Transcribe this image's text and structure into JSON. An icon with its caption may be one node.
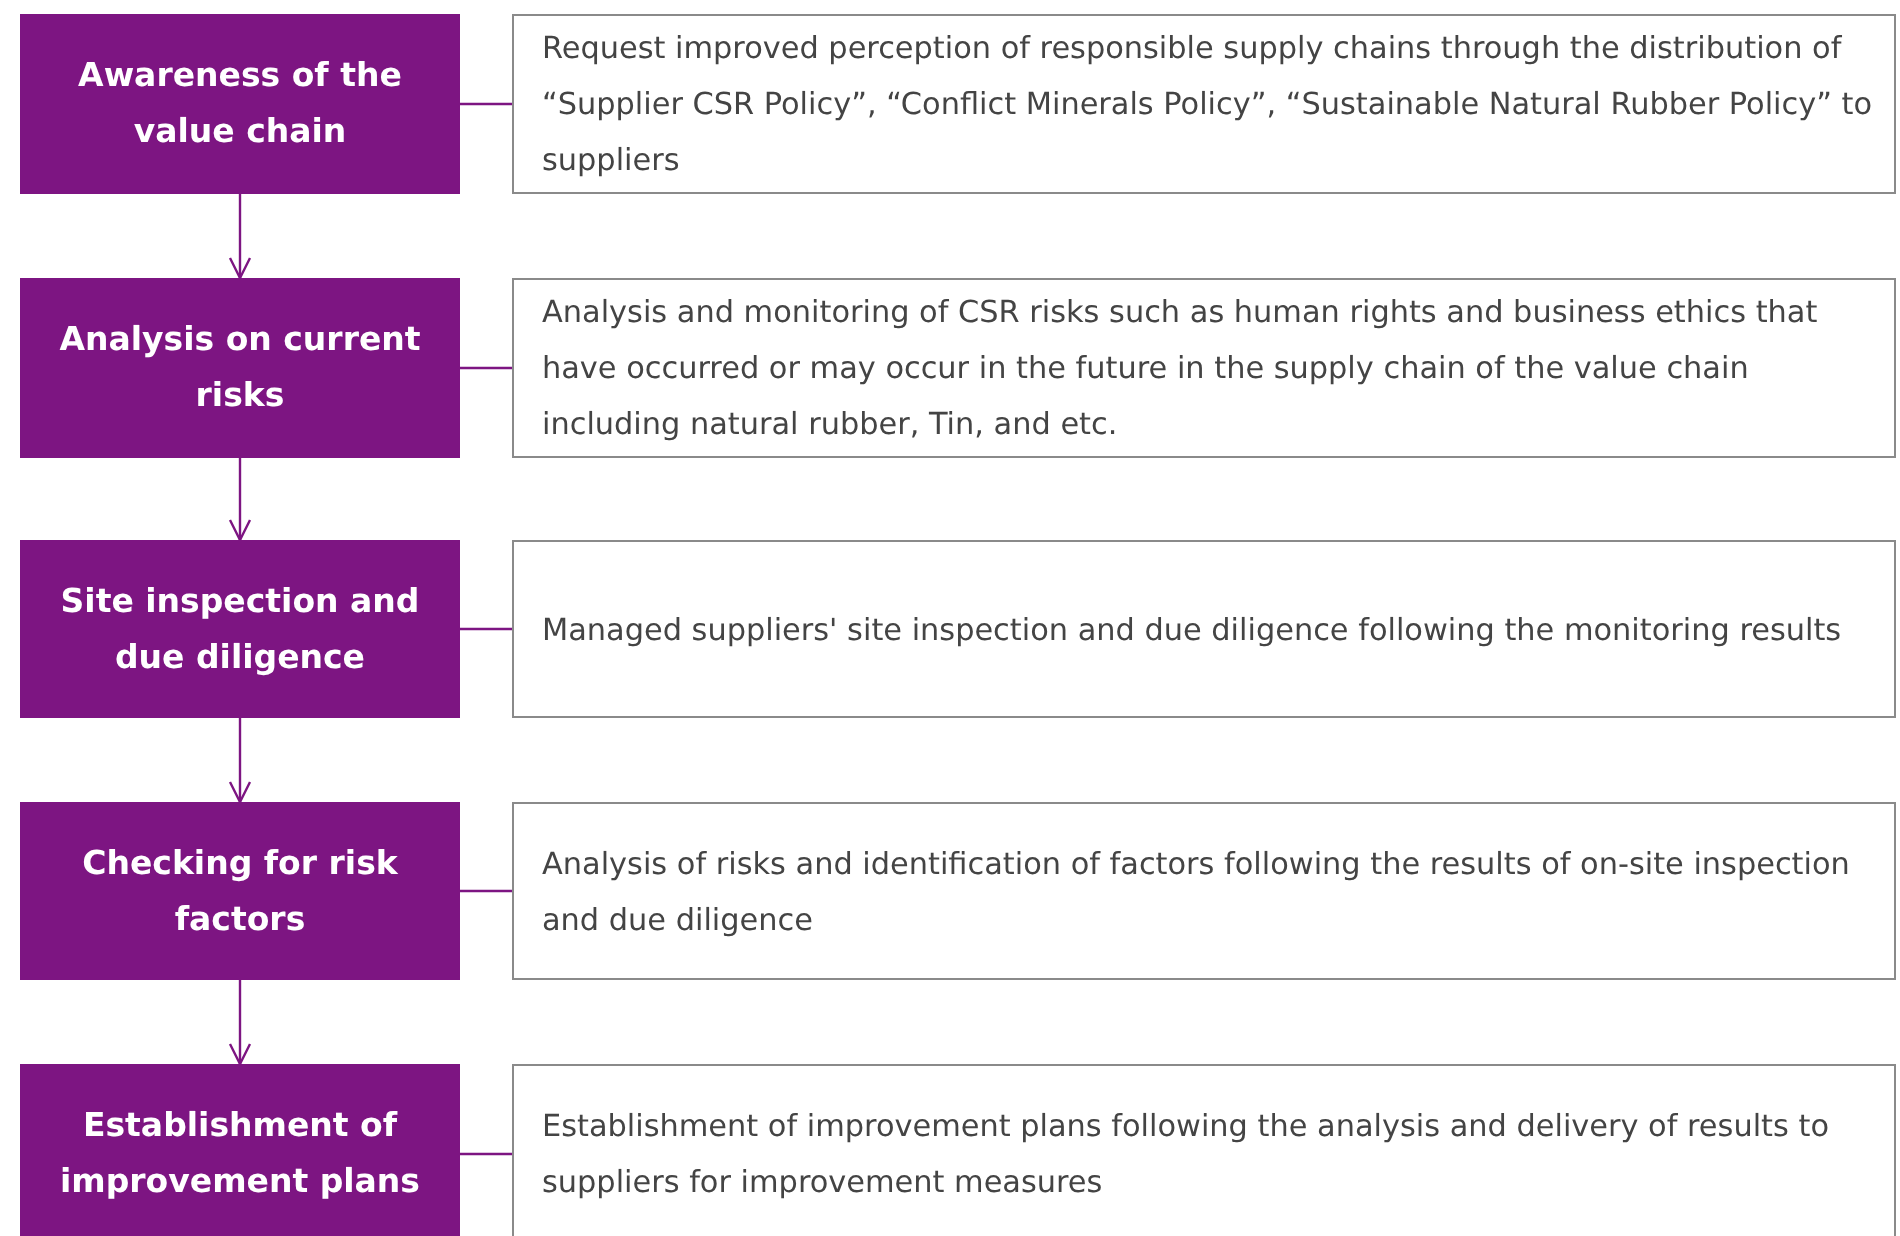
{
  "diagram": {
    "nodes": [
      {
        "text": [
          "Awareness of the value chain"
        ]
      },
      {
        "text": [
          "Request improved perception of responsible supply chains through the distribution of “Supplier CSR Policy”, “Conflict Minerals Policy”, “Sustainable Natural Rubber Policy” to suppliers"
        ]
      },
      {
        "text": [
          "Analysis on current risks"
        ]
      },
      {
        "text": [
          "Analysis and monitoring of CSR risks such as human rights and business ethics that have occurred or may occur in the future in the supply chain of the value chain including natural rubber, Tin, and etc."
        ]
      },
      {
        "text": [
          "Site inspection and due diligence"
        ]
      },
      {
        "text": [
          "Managed suppliers' site inspection and due diligence following the monitoring results"
        ]
      },
      {
        "text": [
          "Checking for risk factors"
        ]
      },
      {
        "text": [
          "Analysis of risks and identification of factors following the results of on-site inspection and due diligence"
        ]
      },
      {
        "text": [
          "Establishment of improvement plans"
        ]
      },
      {
        "text": [
          "Establishment of improvement plans following the analysis and delivery of results to suppliers for improvement measures"
        ]
      }
    ],
    "edges": [
      {
        "from": 0,
        "to": 1,
        "arrow": "none"
      },
      {
        "from": 0,
        "to": 2,
        "arrow": "to"
      },
      {
        "from": 2,
        "to": 3,
        "arrow": "none"
      },
      {
        "from": 2,
        "to": 4,
        "arrow": "to"
      },
      {
        "from": 4,
        "to": 5,
        "arrow": "none"
      },
      {
        "from": 4,
        "to": 6,
        "arrow": "to"
      },
      {
        "from": 6,
        "to": 7,
        "arrow": "none"
      },
      {
        "from": 6,
        "to": 8,
        "arrow": "to"
      },
      {
        "from": 8,
        "to": 9,
        "arrow": "none"
      }
    ]
  }
}
